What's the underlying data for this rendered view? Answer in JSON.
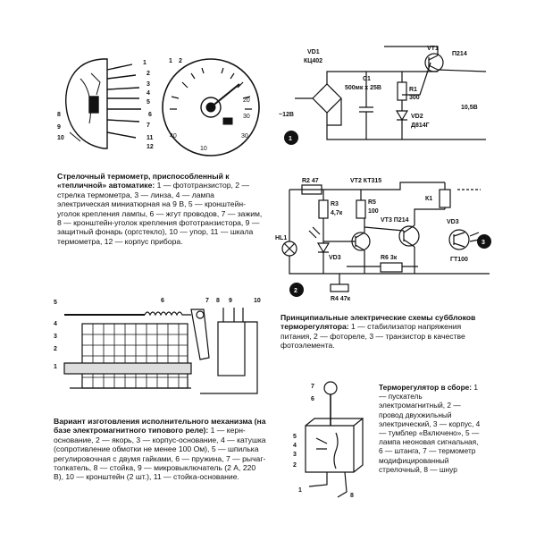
{
  "fig_thermometer": {
    "callouts": [
      "1",
      "2",
      "3",
      "4",
      "5",
      "6",
      "7",
      "8",
      "9",
      "10",
      "11",
      "12"
    ],
    "badges": [
      "1",
      "2"
    ],
    "scale_labels": [
      "20",
      "30",
      "40",
      "10",
      "30"
    ]
  },
  "caption_thermometer": {
    "heading": "Стрелочный термометр, приспособленный к «тепличной» автоматике:",
    "body": "1 — фототранзистор, 2 — стрелка термометра, 3 — линза, 4 — лампа электрическая миниатюрная на 9 В, 5 — кронштейн-уголок крепления лампы, 6 — жгут проводов, 7 — зажим, 8 — кронштейн-уголок крепления фототранзистора, 9 — защитный фонарь (оргстекло), 10 — упор, 11 — шкала термометра, 12 — корпус прибора."
  },
  "schematic_top": {
    "vd1": "VD1",
    "vd1_type": "КЦ402",
    "c1": "C1",
    "c1_value": "500мк х 25В",
    "vt1": "VT1",
    "vt1_type": "П214",
    "r1": "R1",
    "r1_value": "300",
    "vd2": "VD2",
    "vd2_type": "Д814Г",
    "input": "~12В",
    "output": "10,5В",
    "badge": "1"
  },
  "schematic_mid": {
    "r2": "R2 47",
    "r3": "R3",
    "r3_value": "4,7к",
    "r5": "R5",
    "r5_value": "100",
    "vt2": "VT2 КТ315",
    "vt3": "VT3 П214",
    "k1": "К1",
    "vd3_right": "VD3",
    "vd3_right_type": "ГТ100",
    "hl1": "HL1",
    "vd3_left": "VD3",
    "r6": "R6 3к",
    "r4": "R4 47к",
    "badge_2": "2",
    "badge_3": "3"
  },
  "fig_relay": {
    "callouts": [
      "5",
      "4",
      "3",
      "2",
      "1",
      "6",
      "7",
      "8",
      "9",
      "10"
    ]
  },
  "caption_schematics": {
    "heading": "Принципиальные электрические схемы субблоков терморегулятора:",
    "body": "1 — стабилизатор напряжения питания, 2 — фотореле, 3 — транзистор в качестве фотоэлемента."
  },
  "fig_box": {
    "callouts": [
      "7",
      "6",
      "5",
      "4",
      "3",
      "2",
      "1",
      "8"
    ]
  },
  "caption_regulator": {
    "heading": "Терморегулятор в сборе:",
    "body": "1 — пускатель электромагнитный, 2 — провод двухжильный электрический, 3 — корпус, 4 — тумблер «Включено», 5 — лампа неоновая сигнальная, 6 — штанга, 7 — термометр модифицированный стрелочный, 8 — шнур"
  },
  "caption_relay": {
    "heading": "Вариант изготовления исполнительного механизма (на базе электромагнитного типового реле):",
    "body": "1 — керн-основание, 2 — якорь, 3 — корпус-основание, 4 — катушка (сопротивление обмотки не менее 100 Ом), 5 — шпилька регулировочная с двумя гайками, 6 — пружина, 7 — рычаг-толкатель, 8 — стойка, 9 — микровыключатель (2 А, 220 В), 10 — кронштейн (2 шт.), 11 — стойка-основание."
  }
}
